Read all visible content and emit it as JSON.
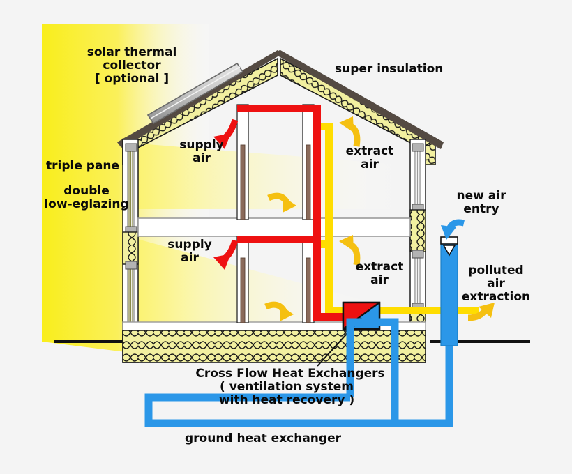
{
  "diagram": {
    "title": "Passive house cross-section with heat-recovery ventilation",
    "background_color": "#f4f4f4"
  },
  "labels": {
    "solar_collector_line1": "solar thermal",
    "solar_collector_line2": "collector",
    "solar_collector_line3": "[ optional ]",
    "super_insulation": "super insulation",
    "triple_pane": "triple pane",
    "glazing_line1": "double",
    "glazing_line2": "low-eglazing",
    "supply_air_upper_line1": "supply",
    "supply_air_upper_line2": "air",
    "supply_air_lower_line1": "supply",
    "supply_air_lower_line2": "air",
    "extract_air_upper_line1": "extract",
    "extract_air_upper_line2": "air",
    "extract_air_lower_line1": "extract",
    "extract_air_lower_line2": "air",
    "new_air_entry_line1": "new air",
    "new_air_entry_line2": "entry",
    "polluted_air_line1": "polluted",
    "polluted_air_line2": "air",
    "polluted_air_line3": "extraction",
    "heat_exchanger_line1": "Cross Flow Heat Exchangers",
    "heat_exchanger_line2": "( ventilation system",
    "heat_exchanger_line3": "with heat recovery )",
    "ground_heat_exchanger": "ground heat exchanger"
  },
  "colors": {
    "sun_bright": "#f9ee1c",
    "sun_fade": "#ffffff",
    "insulation_fill": "#f2f0a0",
    "insulation_stroke": "#1a1a1a",
    "roof_dark": "#544a42",
    "supply_red": "#ee1111",
    "extract_yellow": "#ffdd00",
    "intake_blue": "#2b97e8",
    "ground_loop_blue": "#2b97e8",
    "arrow_red": "#ee1111",
    "arrow_yellow": "#f5c011",
    "arrow_blue": "#2b97e8",
    "wall_white": "#ffffff",
    "frame_gray": "#b3b3b3",
    "door_brown": "#8a6a5a",
    "outline_black": "#111111",
    "collector_gray_light": "#d8d8d8",
    "collector_gray_dark": "#8d8d8d",
    "text_black": "#0a0a0a"
  },
  "icons": {
    "supply_arrow_upper": "curved-arrow-down-left-icon",
    "supply_arrow_lower": "curved-arrow-down-left-icon",
    "extract_arrow_upper": "curved-arrow-up-left-icon",
    "extract_arrow_lower": "curved-arrow-up-left-icon",
    "interior_arrow_upper": "curved-arrow-right-icon",
    "interior_arrow_lower": "curved-arrow-right-icon",
    "new_air_arrow": "curved-arrow-down-icon",
    "polluted_air_arrow": "curved-arrow-up-right-icon",
    "intake_valve": "down-triangle-icon"
  }
}
